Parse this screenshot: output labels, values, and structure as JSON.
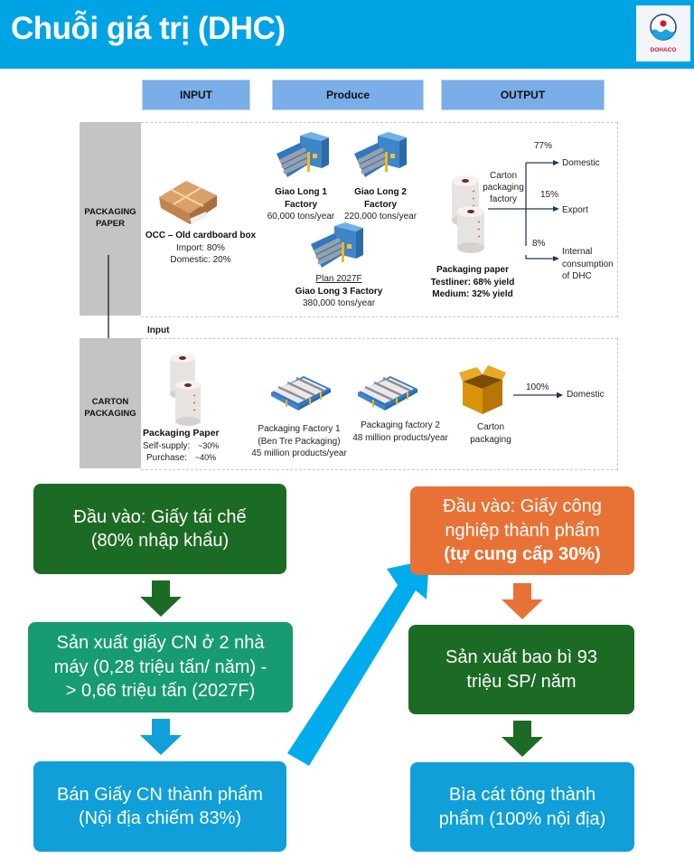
{
  "header": {
    "title": "Chuỗi giá trị (DHC)",
    "logo_text": "DOHACO",
    "bg_color": "#00a3e4"
  },
  "diagram": {
    "columns": [
      "INPUT",
      "Produce",
      "OUTPUT"
    ],
    "input_connector_label": "Input",
    "rows": {
      "packaging_paper": {
        "label_line1": "PACKAGING",
        "label_line2": "PAPER",
        "input": {
          "title": "OCC – Old cardboard box",
          "lines": [
            "Import: 80%",
            "Domestic: 20%"
          ]
        },
        "factories": [
          {
            "name_line1": "Giao Long 1",
            "name_line2": "Factory",
            "capacity": "60,000 tons/year"
          },
          {
            "name_line1": "Giao Long 2",
            "name_line2": "Factory",
            "capacity": "220,000 tons/year"
          },
          {
            "plan": "Plan 2027F",
            "name_line1": "Giao Long 3 Factory",
            "capacity": "380,000 tons/year"
          }
        ],
        "output": {
          "title": "Packaging paper",
          "lines": [
            "Testliner: 68% yield",
            "Medium: 32% yield"
          ],
          "channel_label": [
            "Carton",
            "packaging",
            "factory"
          ],
          "splits": [
            {
              "pct": "77%",
              "dest": "Domestic"
            },
            {
              "pct": "15%",
              "dest": "Export"
            },
            {
              "pct": "8%",
              "dest_lines": [
                "Internal",
                "consumption",
                "of DHC"
              ]
            }
          ]
        }
      },
      "carton_packaging": {
        "label_line1": "CARTON",
        "label_line2": "PACKAGING",
        "input": {
          "title": "Packaging Paper",
          "self_supply_label": "Self-supply:",
          "self_supply_value": "~30%",
          "purchase_label": "Purchase:",
          "purchase_value": "~40%"
        },
        "factories": [
          {
            "line1": "Packaging Factory 1",
            "line2": "(Ben Tre Packaging)",
            "capacity": "45 million products/year"
          },
          {
            "line1": "Packaging factory 2",
            "capacity": "48 million products/year"
          }
        ],
        "output": {
          "label_lines": [
            "Carton",
            "packaging"
          ],
          "split_pct": "100%",
          "split_dest": "Domestic"
        }
      }
    }
  },
  "flow": {
    "left": [
      {
        "lines": [
          "Đầu vào: Giấy tái chế",
          "(80% nhập khẩu)"
        ],
        "color": "#1c6b24"
      },
      {
        "lines": [
          "Sản xuất giấy CN ở 2 nhà",
          "máy (0,28 triệu tấn/ năm) -",
          "> 0,66 triệu tấn (2027F)"
        ],
        "color": "#179b73"
      },
      {
        "lines": [
          "Bán Giấy CN thành phẩm",
          "(Nội địa chiếm 83%)"
        ],
        "color": "#109fd8"
      }
    ],
    "right": [
      {
        "lines": [
          "Đầu vào: Giấy công",
          "nghiệp thành phẩm"
        ],
        "bold_line": "(tự cung cấp 30%)",
        "color": "#e87236"
      },
      {
        "lines": [
          "Sản xuất bao bì 93",
          "triệu SP/ năm"
        ],
        "color": "#1c6b24"
      },
      {
        "lines": [
          "Bìa cát tông thành",
          "phẩm (100% nội địa)"
        ],
        "color": "#109fd8"
      }
    ]
  }
}
